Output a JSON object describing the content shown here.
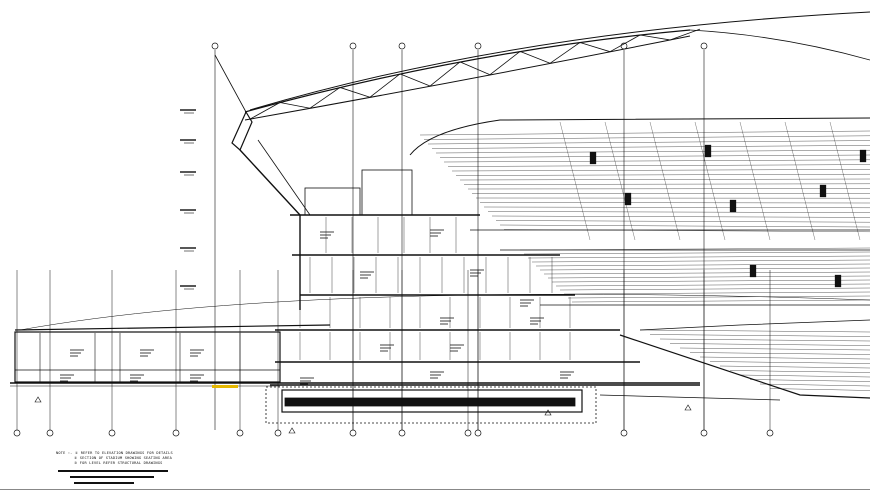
{
  "drawing": {
    "background": "#ffffff",
    "line_color": "#111111",
    "accent_color": "#e6b800",
    "grid_columns_top": [
      {
        "label": ""
      },
      {
        "label": ""
      },
      {
        "label": ""
      },
      {
        "label": ""
      },
      {
        "label": ""
      },
      {
        "label": ""
      }
    ],
    "grid_columns_bottom": [
      {
        "label": ""
      },
      {
        "label": ""
      },
      {
        "label": ""
      },
      {
        "label": ""
      },
      {
        "label": ""
      },
      {
        "label": ""
      },
      {
        "label": ""
      },
      {
        "label": ""
      },
      {
        "label": ""
      },
      {
        "label": ""
      },
      {
        "label": ""
      },
      {
        "label": ""
      },
      {
        "label": ""
      }
    ]
  },
  "notes": {
    "line1": "NOTE :- ① REFER TO ELEVATION DRAWINGS FOR DETAILS",
    "line2": "② SECTION OF STADIUM SHOWING SEATING AREA",
    "line3": "③ FOR LEVEL REFER STRUCTURAL DRAWINGS"
  }
}
